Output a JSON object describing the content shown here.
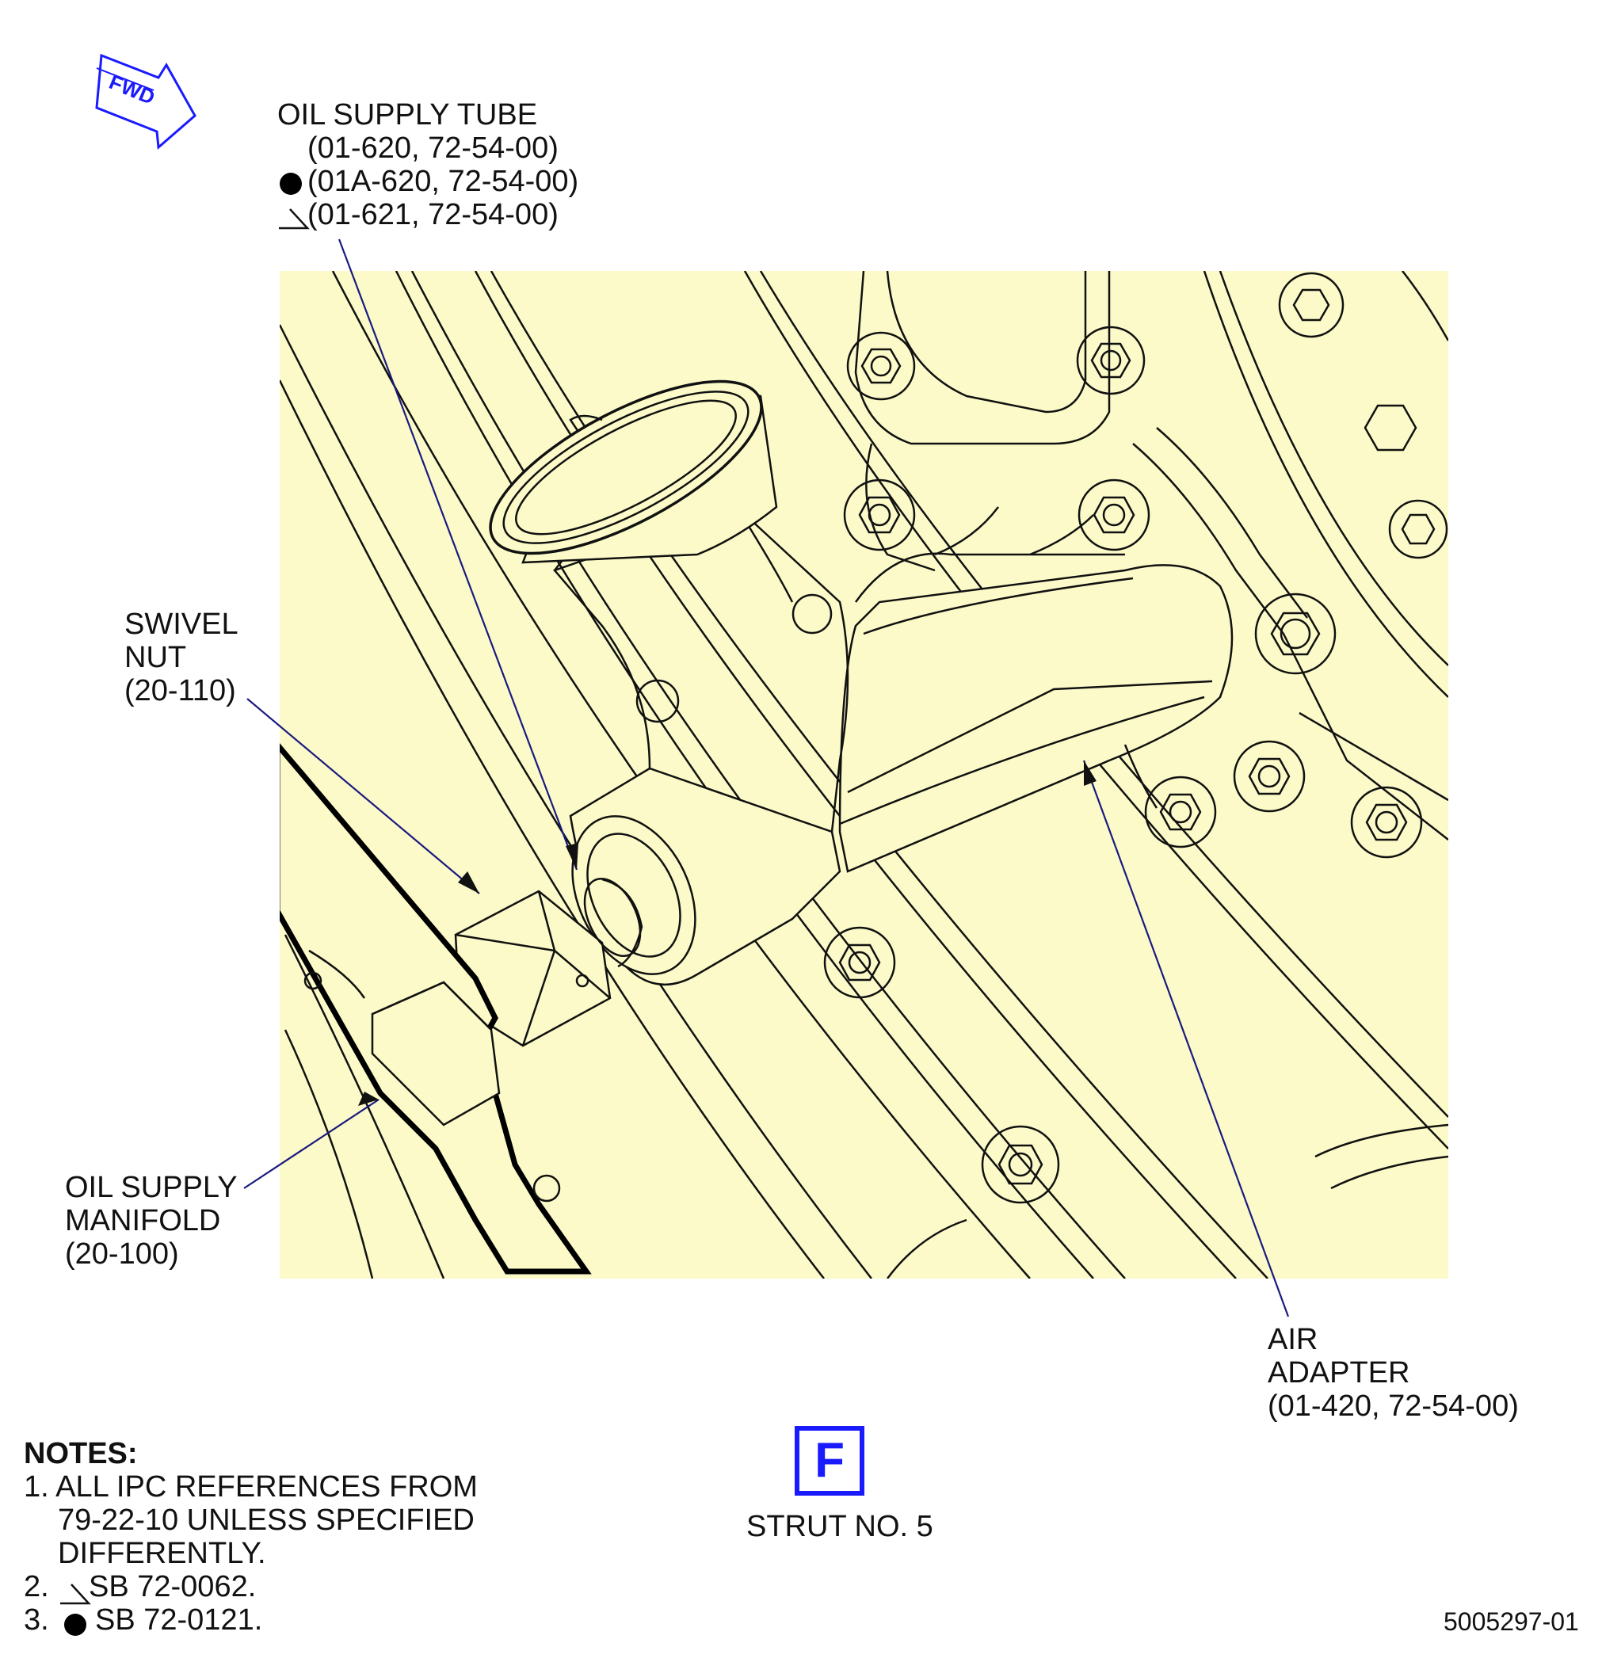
{
  "fwd_indicator": {
    "text": "FWD",
    "color": "#1a1aff"
  },
  "labels": {
    "oil_supply_tube": {
      "title": "OIL SUPPLY TUBE",
      "ref1": "(01-620, 72-54-00)",
      "ref2": "(01A-620, 72-54-00)",
      "ref3": "(01-621, 72-54-00)"
    },
    "swivel_nut": {
      "line1": "SWIVEL",
      "line2": "NUT",
      "ref": "(20-110)"
    },
    "oil_supply_manifold": {
      "line1": "OIL SUPPLY",
      "line2": "MANIFOLD",
      "ref": "(20-100)"
    },
    "air_adapter": {
      "line1": "AIR",
      "line2": "ADAPTER",
      "ref": "(01-420, 72-54-00)"
    }
  },
  "view": {
    "letter": "F",
    "caption": "STRUT NO. 5",
    "color": "#1a1aff"
  },
  "notes": {
    "heading": "NOTES:",
    "n1_l1": "1. ALL IPC REFERENCES FROM",
    "n1_l2": "79-22-10 UNLESS SPECIFIED",
    "n1_l3": "DIFFERENTLY.",
    "n2": "SB 72-0062.",
    "n2_num": "2.",
    "n3": "SB 72-0121.",
    "n3_num": "3."
  },
  "figure_id": "5005297-01",
  "colors": {
    "detail_bg": "#fbfac8",
    "line": "#111111",
    "leader": "#1a1a80"
  }
}
